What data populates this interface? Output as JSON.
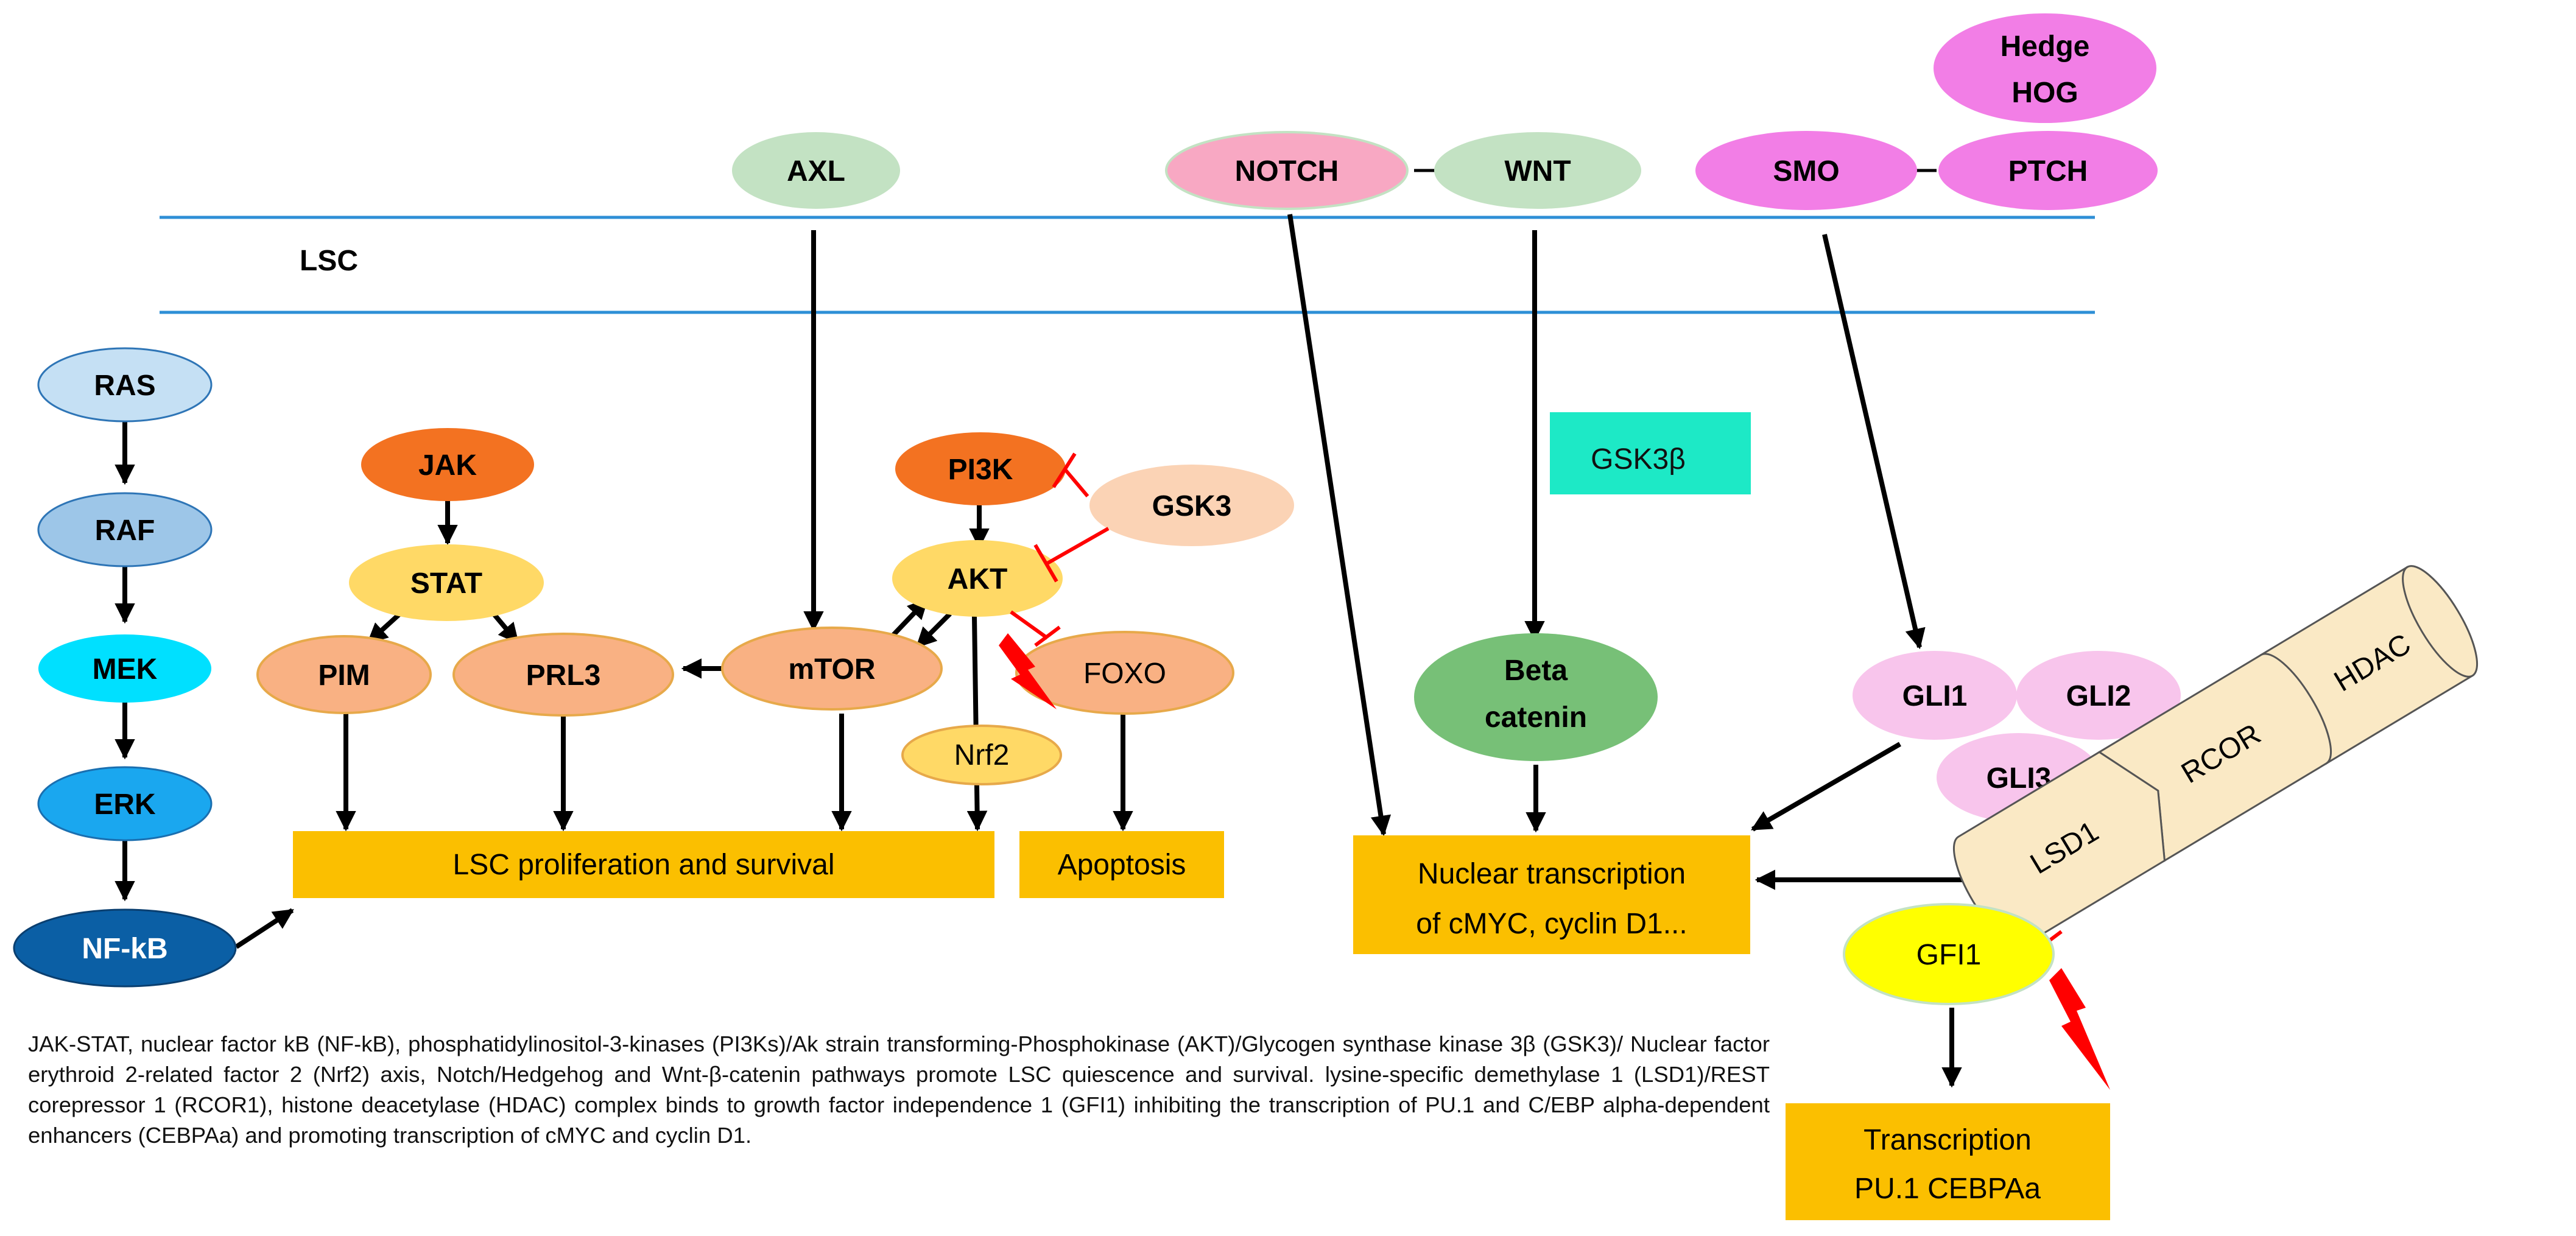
{
  "colors": {
    "membrane": "#2e8fd6",
    "arrow": "#000000",
    "inhibit": "#ff0000",
    "box": "#fbbf00",
    "gsk3b_box": "#1de9c6",
    "hdac_complex_fill": "#fae9c5"
  },
  "icons": {
    "lightning": "lightning-bolt-icon"
  },
  "region_label": "LSC",
  "nodes": {
    "ras": "RAS",
    "raf": "RAF",
    "mek": "MEK",
    "erk": "ERK",
    "nfkb": "NF-kB",
    "jak": "JAK",
    "stat": "STAT",
    "pim": "PIM",
    "prl3": "PRL3",
    "axl": "AXL",
    "mtor": "mTOR",
    "pi3k": "PI3K",
    "gsk3": "GSK3",
    "akt": "AKT",
    "foxo": "FOXO",
    "nrf2": "Nrf2",
    "notch": "NOTCH",
    "wnt": "WNT",
    "gsk3b": "GSK3β",
    "beta_catenin_1": "Beta",
    "beta_catenin_2": "catenin",
    "hedgehog_1": "Hedge",
    "hedgehog_2": "HOG",
    "smo": "SMO",
    "ptch": "PTCH",
    "gli1": "GLI1",
    "gli2": "GLI2",
    "gli3": "GLI3",
    "lsd1": "LSD1",
    "rcor": "RCOR",
    "hdac": "HDAC",
    "gfi1": "GFI1"
  },
  "boxes": {
    "lsc_prolif": "LSC proliferation and survival",
    "apoptosis": "Apoptosis",
    "nuclear_1": "Nuclear transcription",
    "nuclear_2": "of cMYC, cyclin D1...",
    "transcription_1": "Transcription",
    "transcription_2": "PU.1 CEBPAa"
  },
  "caption": "JAK-STAT, nuclear factor kB (NF-kB), phosphatidylinositol-3-kinases (PI3Ks)/Ak strain transforming-Phosphokinase (AKT)/Glycogen synthase kinase 3β (GSK3)/ Nuclear factor erythroid 2-related factor 2 (Nrf2) axis, Notch/Hedgehog and Wnt-β-catenin pathways promote LSC quiescence and survival. lysine-specific demethylase 1 (LSD1)/REST corepressor 1 (RCOR1), histone deacetylase (HDAC) complex binds to growth factor independence 1 (GFI1) inhibiting the transcription of PU.1 and C/EBP alpha-dependent enhancers (CEBPAa) and promoting transcription of cMYC and cyclin D1."
}
